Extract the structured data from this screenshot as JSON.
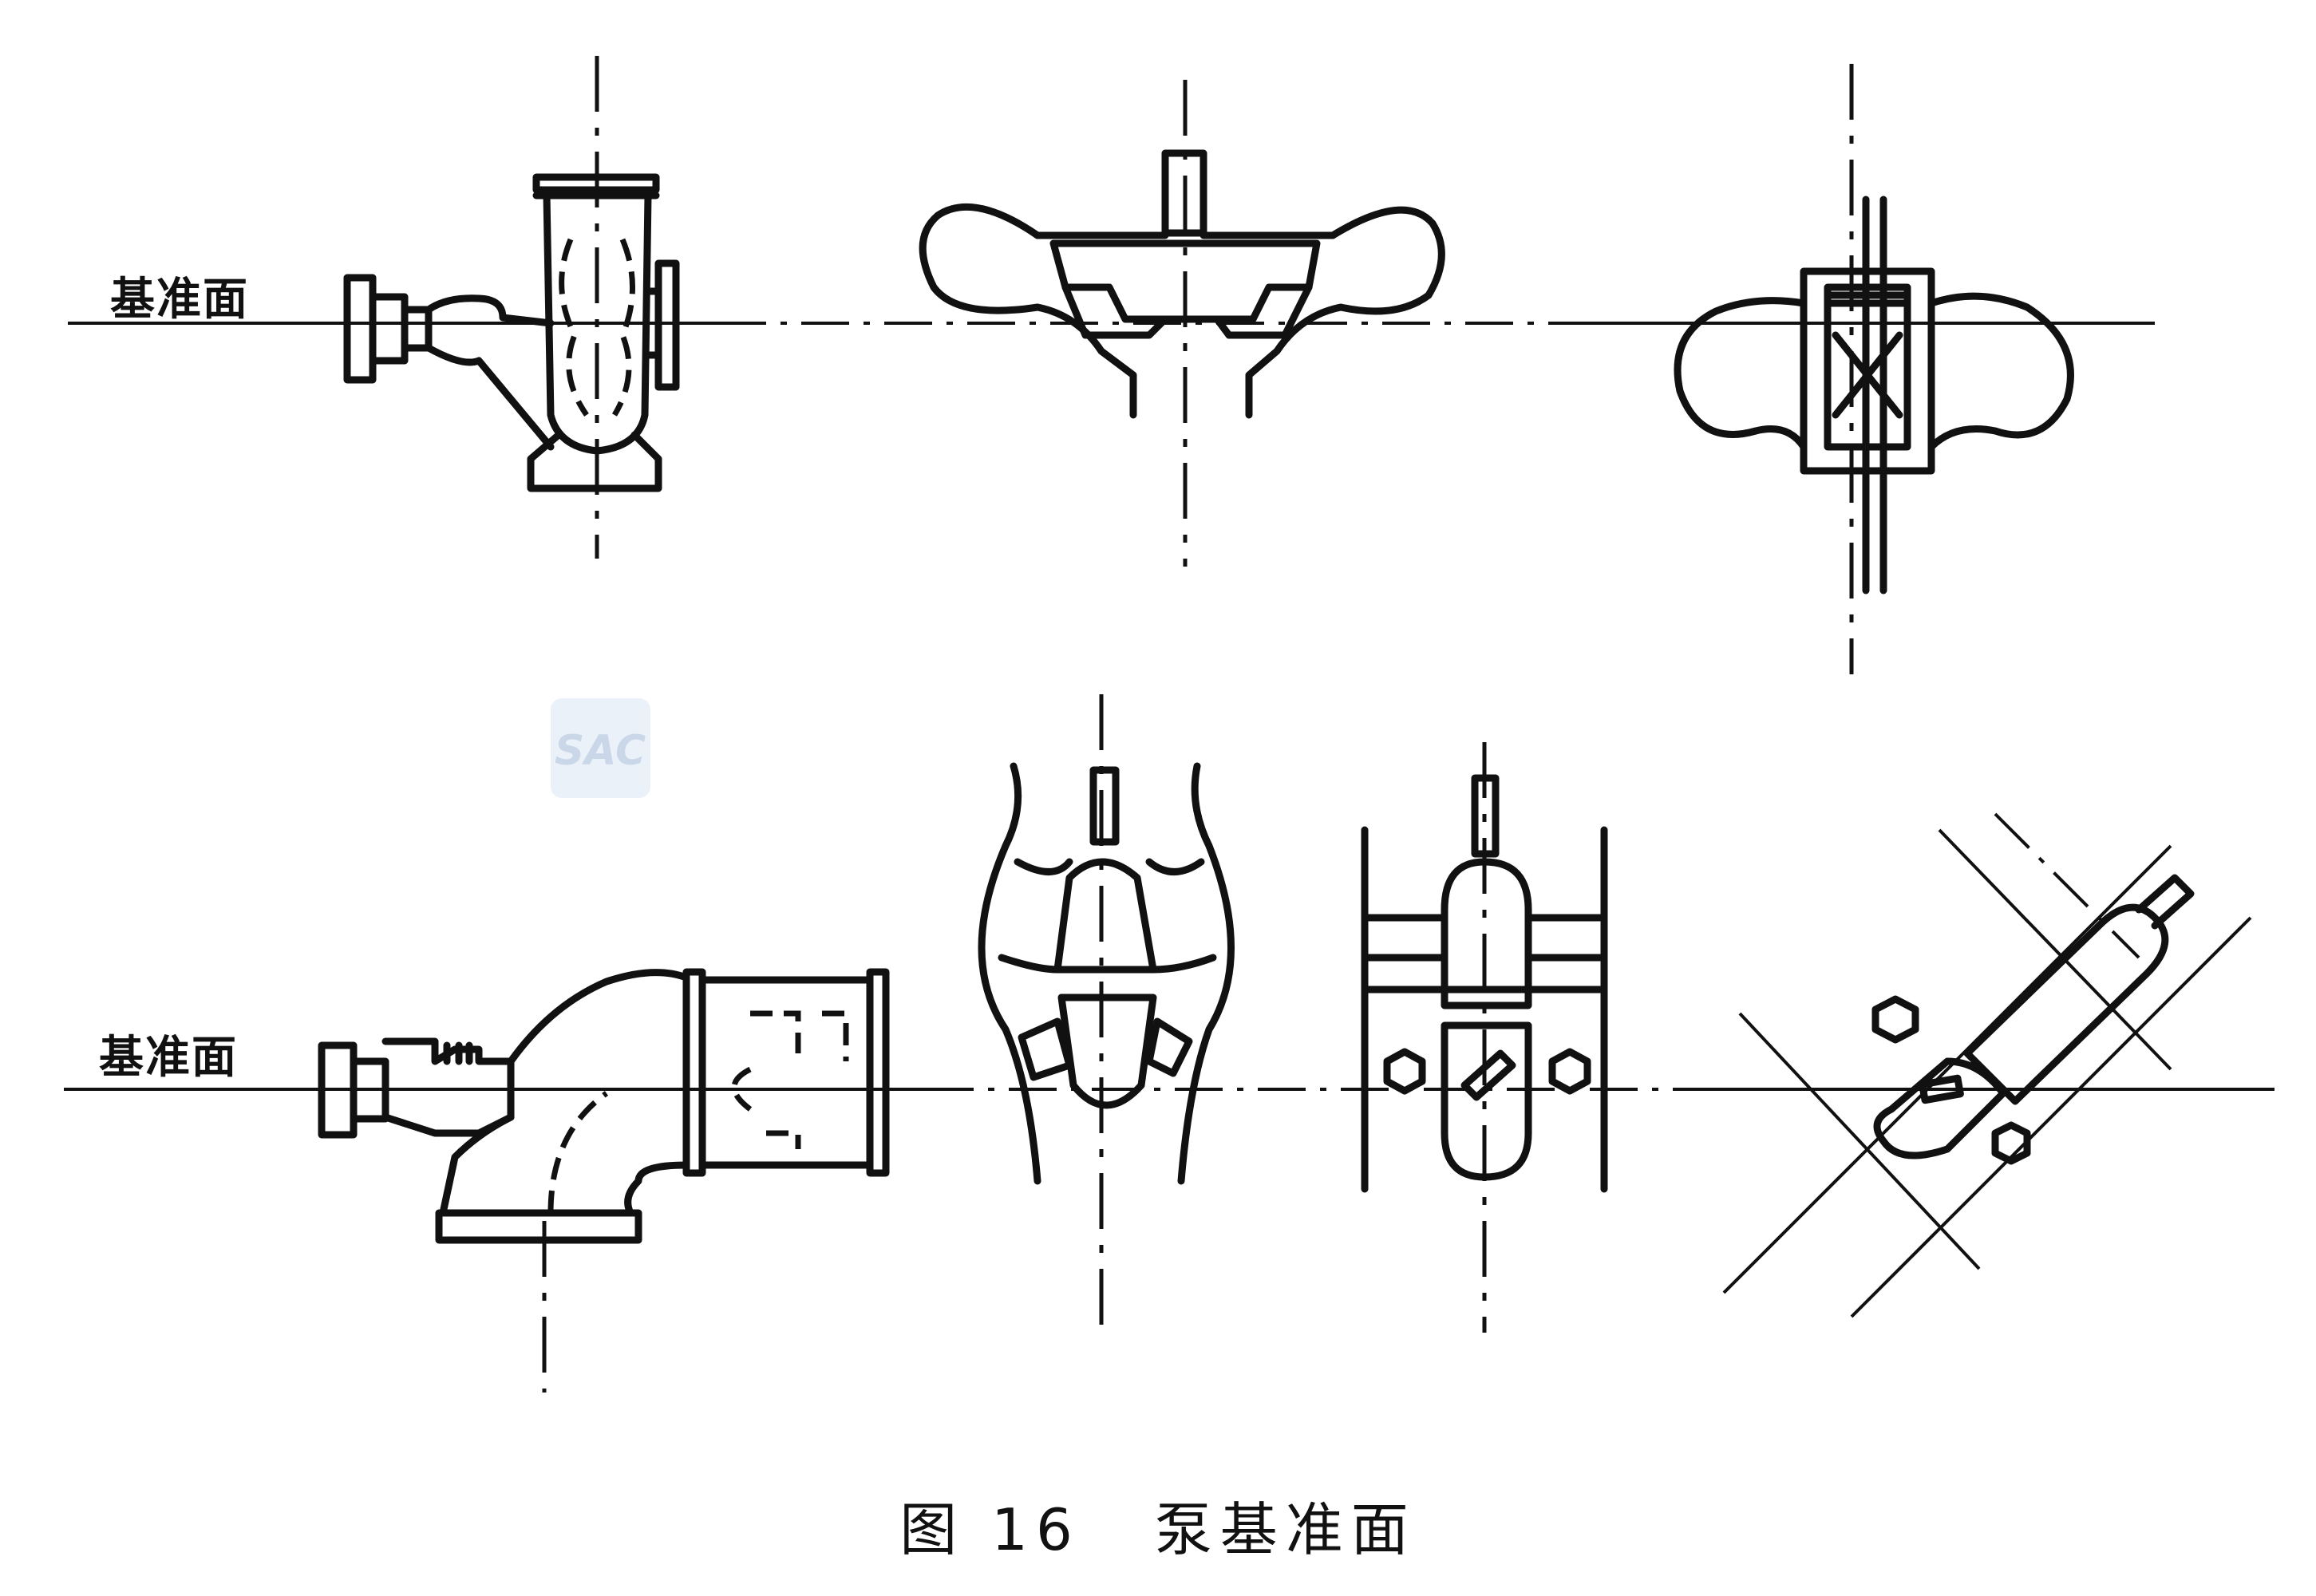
{
  "labels": {
    "top_datum": "基准面",
    "bottom_datum": "基准面"
  },
  "caption": {
    "figure_no": "图 16",
    "title": "泵基准面"
  },
  "watermark": {
    "text": "SAC",
    "color": "#9fb8d8"
  },
  "ink_color": "#111111"
}
